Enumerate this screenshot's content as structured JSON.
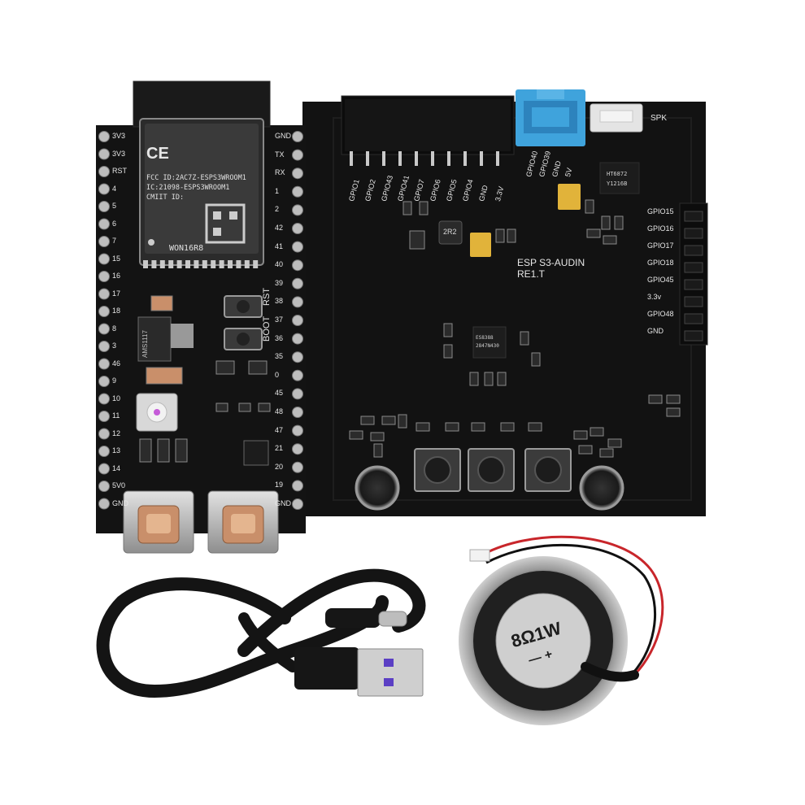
{
  "module": {
    "fcc_line": "FCC ID:2AC7Z-ESPS3WROOM1",
    "ic_line": "IC:21098-ESPS3WROOM1",
    "cmiit_line": "CMIIT ID:",
    "model_line": "WON16R8",
    "ce_mark": "CE"
  },
  "dev_board": {
    "left_pins": [
      "3V3",
      "3V3",
      "RST",
      "4",
      "5",
      "6",
      "7",
      "15",
      "16",
      "17",
      "18",
      "8",
      "3",
      "46",
      "9",
      "10",
      "11",
      "12",
      "13",
      "14",
      "5V0",
      "GND"
    ],
    "right_pins": [
      "GND",
      "TX",
      "RX",
      "1",
      "2",
      "42",
      "41",
      "40",
      "39",
      "38",
      "37",
      "36",
      "35",
      "0",
      "45",
      "48",
      "47",
      "21",
      "20",
      "19",
      "GND"
    ],
    "boot_label": "BOOT",
    "rst_label": "RST",
    "reg_label": "AMS1117"
  },
  "audio_board": {
    "top_pins": [
      "GPIO1",
      "GPIO2",
      "GPIO43",
      "GPIO41",
      "GPIO7",
      "GPIO6",
      "GPIO5",
      "GPIO4",
      "GND",
      "3.3V"
    ],
    "connector_pins": [
      "GPIO40",
      "GPIO39",
      "GND",
      "5V"
    ],
    "spk_label": "SPK",
    "right_pins": [
      "GPIO15",
      "GPIO16",
      "GPIO17",
      "GPIO18",
      "GPIO45",
      "3.3v",
      "GPIO48",
      "GND"
    ],
    "title_line1": "ESP S3-AUDIN",
    "title_line2": "RE1.T",
    "inductor_label": "2R2",
    "chip_label_1": "ES8388",
    "chip_label_2": "2847N430",
    "amp_label_1": "HT6872",
    "amp_label_2": "Y1216B"
  },
  "speaker": {
    "label_line1": "8Ω1W",
    "label_line2": "— +"
  },
  "colors": {
    "pcb": "#111111",
    "silk": "#e6e6e6",
    "pin": "#c9c9c9",
    "connector": "#3fa3dc",
    "copper": "#c98f6a",
    "wire_red": "#c8262b",
    "cable": "#141414"
  }
}
